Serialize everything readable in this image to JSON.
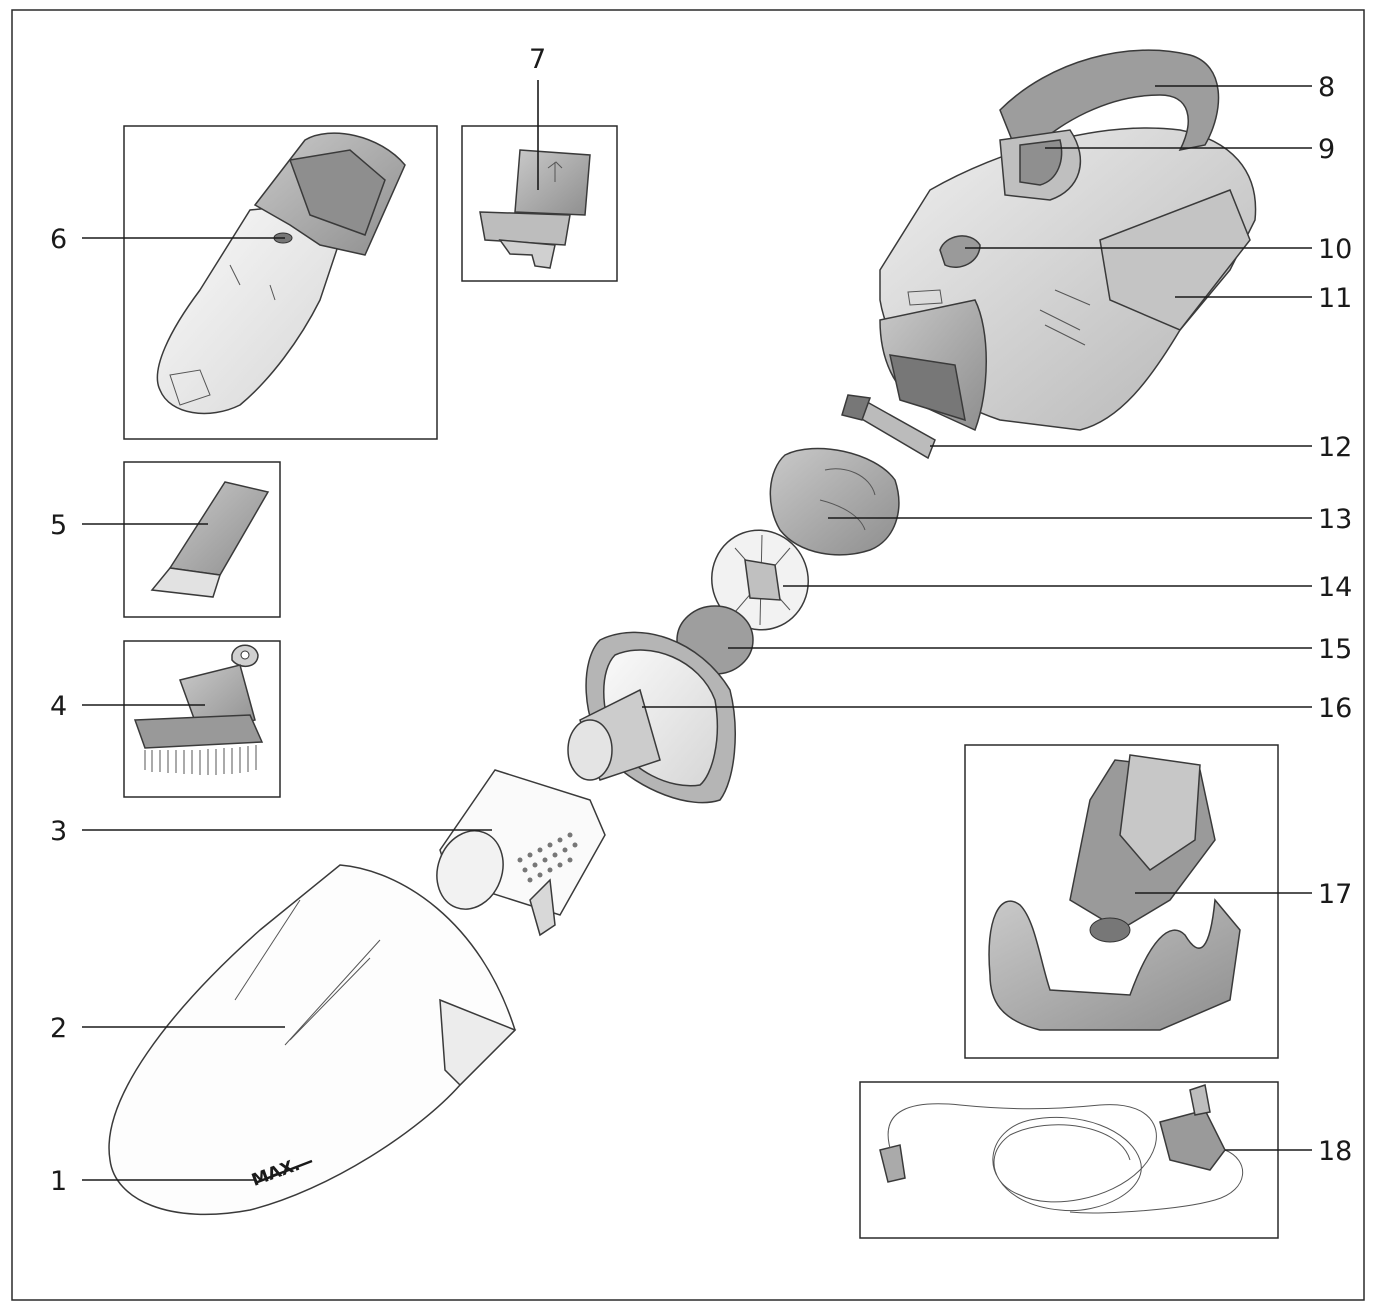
{
  "diagram": {
    "labels": [
      {
        "id": "1",
        "text": "1"
      },
      {
        "id": "2",
        "text": "2"
      },
      {
        "id": "3",
        "text": "3"
      },
      {
        "id": "4",
        "text": "4"
      },
      {
        "id": "5",
        "text": "5"
      },
      {
        "id": "6",
        "text": "6"
      },
      {
        "id": "7",
        "text": "7"
      },
      {
        "id": "8",
        "text": "8"
      },
      {
        "id": "9",
        "text": "9"
      },
      {
        "id": "10",
        "text": "10"
      },
      {
        "id": "11",
        "text": "11"
      },
      {
        "id": "12",
        "text": "12"
      },
      {
        "id": "13",
        "text": "13"
      },
      {
        "id": "14",
        "text": "14"
      },
      {
        "id": "15",
        "text": "15"
      },
      {
        "id": "16",
        "text": "16"
      },
      {
        "id": "17",
        "text": "17"
      },
      {
        "id": "18",
        "text": "18"
      }
    ],
    "max_mark": "MAX.",
    "colors": {
      "line": "#1a1a1a",
      "light_part": "#f2f2f2",
      "mid_part": "#b5b5b5",
      "dark_part": "#8a8a8a"
    }
  }
}
